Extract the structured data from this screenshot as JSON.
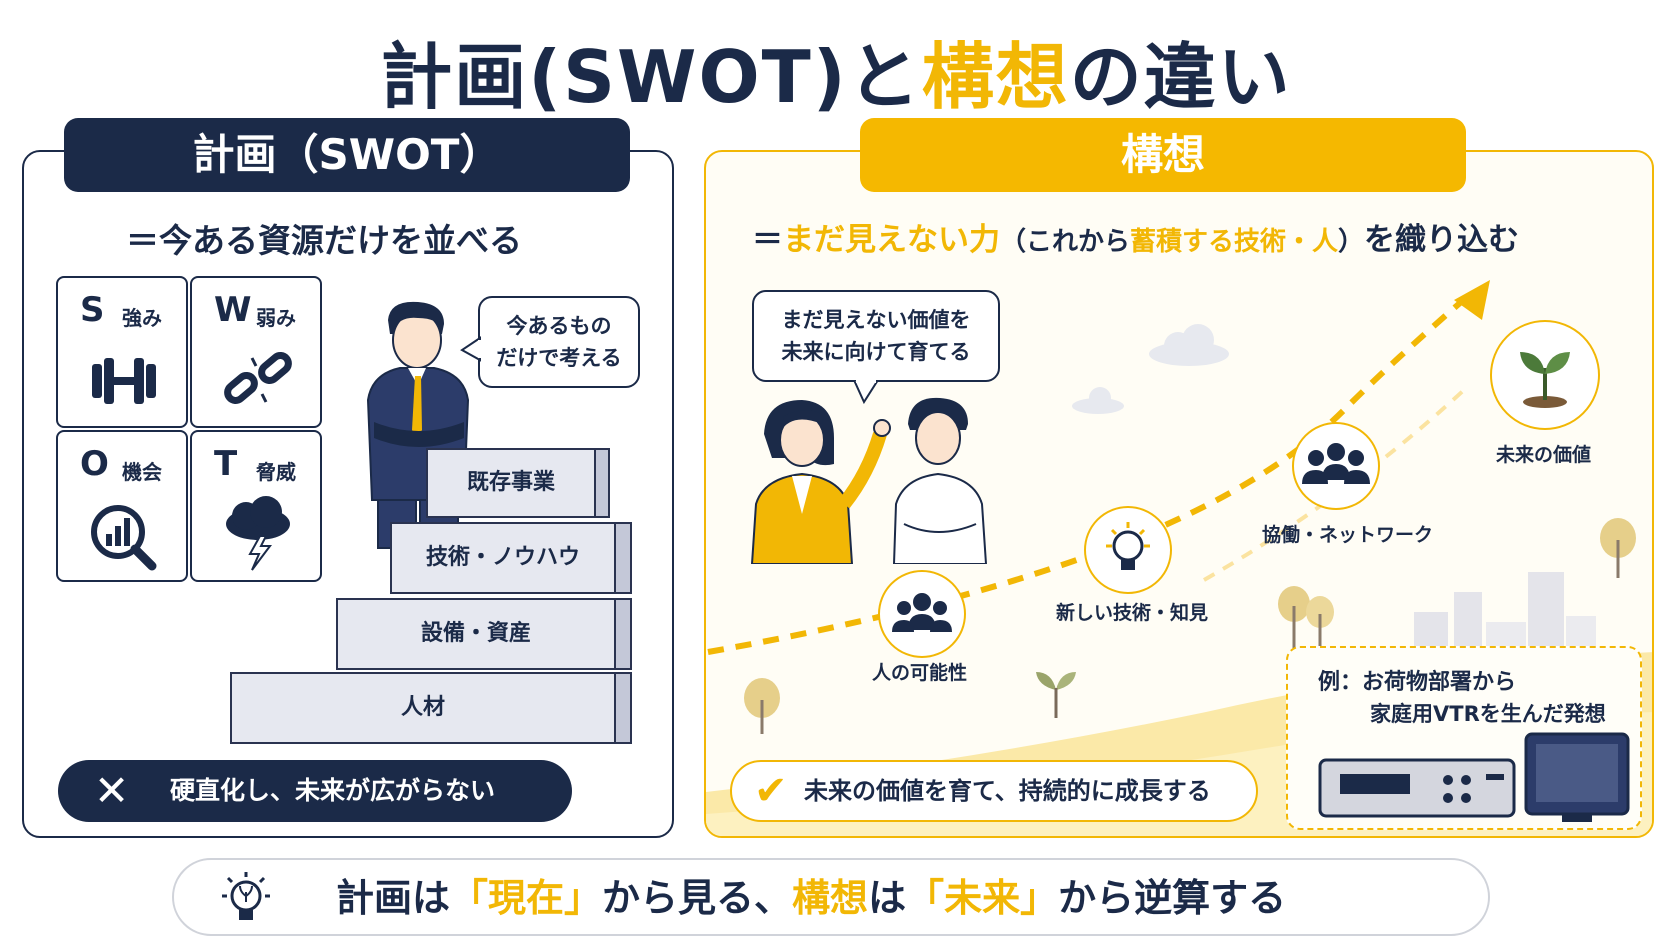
{
  "title": {
    "part1": "計画(SWOT)と",
    "part2": "構想",
    "part3": "の違い"
  },
  "left": {
    "header": "計画（SWOT）",
    "subtitle": "＝今ある資源だけを並べる",
    "swot": [
      {
        "letter": "S",
        "word": "強み",
        "icon": "dumbbell-icon"
      },
      {
        "letter": "W",
        "word": "弱み",
        "icon": "broken-chain-icon"
      },
      {
        "letter": "O",
        "word": "機会",
        "icon": "magnifier-chart-icon"
      },
      {
        "letter": "T",
        "word": "脅威",
        "icon": "storm-cloud-icon"
      }
    ],
    "bubble": [
      "今あるもの",
      "だけで考える"
    ],
    "steps": [
      "既存事業",
      "技術・ノウハウ",
      "設備・資産",
      "人材"
    ],
    "bottom_mark": "✕",
    "bottom": "硬直化し、未来が広がらない"
  },
  "right": {
    "header": "構想",
    "subtitle": {
      "eq": "＝",
      "gold1": "まだ見えない力",
      "paren_open": "（これから",
      "gold2": "蓄積する技術・人",
      "paren_close": "）",
      "tail": "を織り込む"
    },
    "bubble": [
      "まだ見えない価値を",
      "未来に向けて育てる"
    ],
    "milestones": [
      {
        "label": "人の可能性",
        "icon": "people-icon"
      },
      {
        "label": "新しい技術・知見",
        "icon": "lightbulb-icon"
      },
      {
        "label": "協働・ネットワーク",
        "icon": "group-icon"
      },
      {
        "label": "未来の価値",
        "icon": "sprout-icon"
      }
    ],
    "example": {
      "line1": "例：お荷物部署から",
      "line2": "家庭用VTRを生んだ発想"
    },
    "bottom_mark": "✔",
    "bottom": "未来の価値を育て、持続的に成長する"
  },
  "footer": {
    "p1": "計画は",
    "p2": "「現在」",
    "p3": "から見る、",
    "p4": "構想",
    "p5": "は",
    "p6": "「未来」",
    "p7": "から逆算する"
  },
  "colors": {
    "navy": "#1b2a48",
    "gold": "#f2b705",
    "cream": "#fdf1c0"
  }
}
